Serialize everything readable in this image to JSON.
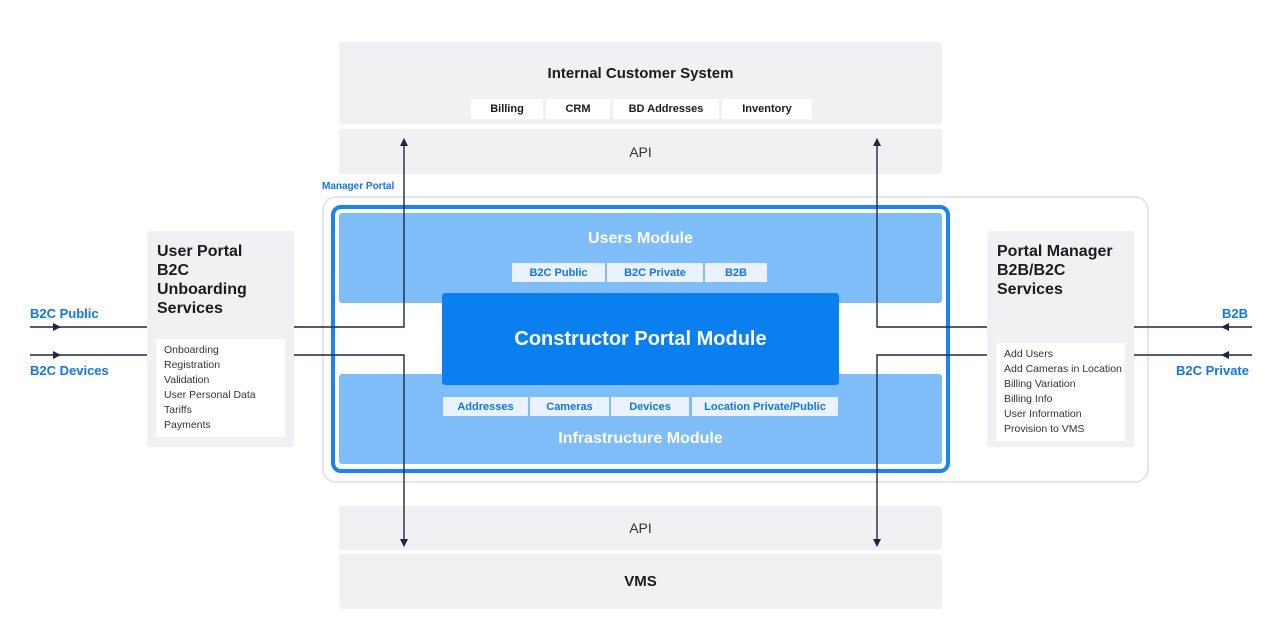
{
  "internal": {
    "title": "Internal Customer System",
    "chips": [
      "Billing",
      "CRM",
      "BD Addresses",
      "Inventory"
    ]
  },
  "api_top": "API",
  "api_bottom": "API",
  "vms": "VMS",
  "manager_portal_label": "Manager Portal",
  "users_module": {
    "title": "Users Module",
    "chips": [
      "B2C Public",
      "B2C Private",
      "B2B"
    ]
  },
  "constructor_module": "Constructor Portal Module",
  "infrastructure_module": {
    "title": "Infrastructure Module",
    "chips": [
      "Addresses",
      "Cameras",
      "Devices",
      "Location Private/Public"
    ]
  },
  "user_portal": {
    "title_lines": [
      "User Portal",
      "B2C",
      "Unboarding",
      "Services"
    ],
    "items": [
      "Onboarding",
      "Registration",
      "Validation",
      "User Personal Data",
      "Tariffs",
      "Payments"
    ]
  },
  "portal_manager": {
    "title_lines": [
      "Portal Manager",
      "B2B/B2C",
      "Services"
    ],
    "items": [
      "Add Users",
      "Add Cameras in Location",
      "Billing Variation",
      "Billing Info",
      "User Information",
      "Provision to VMS"
    ]
  },
  "left_labels": {
    "top": "B2C Public",
    "bottom": "B2C Devices"
  },
  "right_labels": {
    "top": "B2B",
    "bottom": "B2C Private"
  },
  "colors": {
    "accent": "#1177e6",
    "light_blue": "#7fbdf9",
    "panel_gray": "#f1f1f3",
    "line": "#1f2744"
  }
}
